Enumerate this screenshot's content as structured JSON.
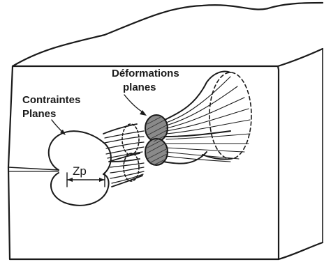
{
  "labels": {
    "plane_stress_line1": "Contraintes",
    "plane_stress_line2": "Planes",
    "plane_strain_line1": "Déformations",
    "plane_strain_line2": "planes",
    "plastic_zone": "Zp"
  },
  "colors": {
    "ink": "#1a1a1a",
    "hatch_fill": "#8a8a8a",
    "paper": "#ffffff"
  }
}
